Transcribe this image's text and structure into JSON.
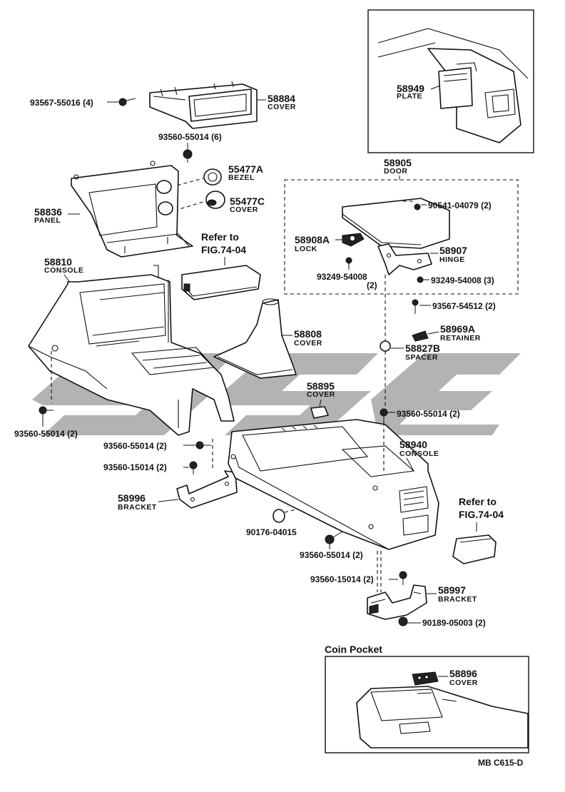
{
  "labels": {
    "p93567_55016": "93567-55016 (4)",
    "p58884": "58884",
    "cover_58884": "COVER",
    "p93560_55014_6": "93560-55014 (6)",
    "p55477a": "55477A",
    "bezel": "BEZEL",
    "p55477c": "55477C",
    "cover_55477c": "COVER",
    "p58836": "58836",
    "panel": "PANEL",
    "refer_top_1": "Refer to",
    "refer_top_2": "FIG.74-04",
    "p58810": "58810",
    "console_58810": "CONSOLE",
    "p58808": "58808",
    "cover_58808": "COVER",
    "p93560_55014_left": "93560-55014 (2)",
    "p58895": "58895",
    "cover_58895": "COVER",
    "p93560_55014_mid": "93560-55014 (2)",
    "p93560_15014_mid": "93560-15014 (2)",
    "p58996": "58996",
    "bracket_58996": "BRACKET",
    "p90176": "90176-04015",
    "p93560_55014_low": "93560-55014 (2)",
    "p93560_15014_low": "93560-15014 (2)",
    "p58997": "58997",
    "bracket_58997": "BRACKET",
    "p90189": "90189-05003 (2)",
    "p58949": "58949",
    "plate": "PLATE",
    "p58905": "58905",
    "door": "DOOR",
    "p90541": "90541-04079 (2)",
    "p58908a": "58908A",
    "lock": "LOCK",
    "p58907": "58907",
    "hinge": "HINGE",
    "p93249_a": "93249-54008",
    "p93249_a_qty": "(2)",
    "p93249_b": "93249-54008 (3)",
    "p93567_54512": "93567-54512 (2)",
    "p58969a": "58969A",
    "retainer": "RETAINER",
    "p58827b": "58827B",
    "spacer": "SPACER",
    "p93560_55014_right": "93560-55014 (2)",
    "p58940": "58940",
    "console_58940": "CONSOLE",
    "refer_low_1": "Refer to",
    "refer_low_2": "FIG.74-04",
    "coin_pocket": "Coin Pocket",
    "p58896": "58896",
    "cover_58896": "COVER",
    "footer_code": "MB  C615-D"
  },
  "colors": {
    "ink": "#111111",
    "background": "#ffffff",
    "watermark": "#9a9a9a"
  }
}
